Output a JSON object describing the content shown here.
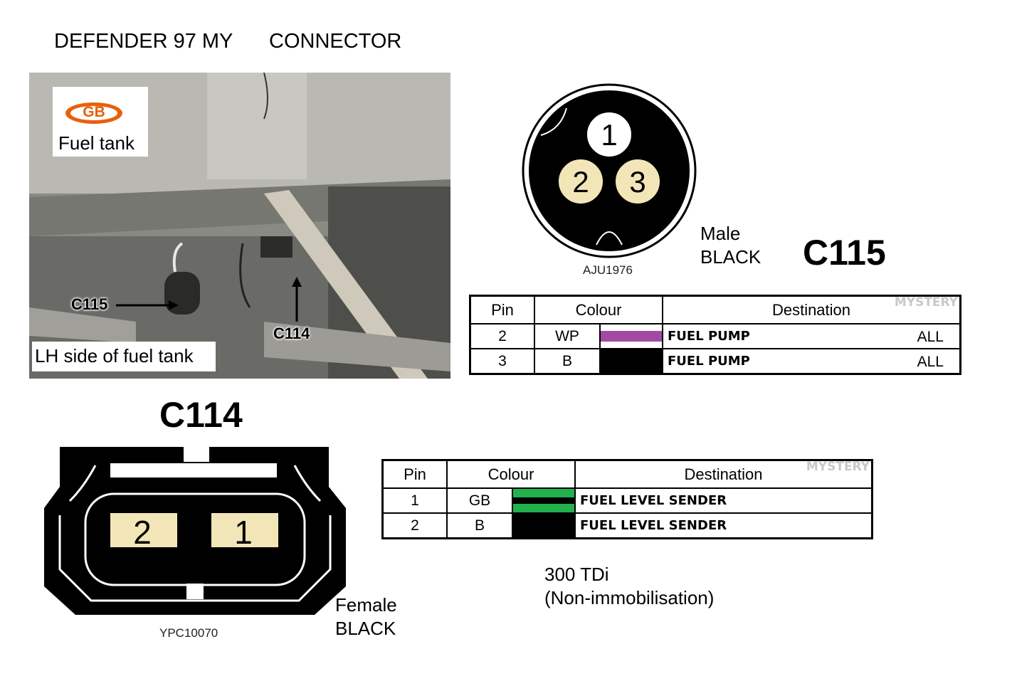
{
  "header": {
    "model": "DEFENDER 97 MY",
    "section": "CONNECTOR"
  },
  "photo": {
    "badge": "GB",
    "location": "Fuel tank",
    "caption": "LH side of fuel tank",
    "callout_c115": "C115",
    "callout_c114": "C114"
  },
  "c115": {
    "id": "C115",
    "gender": "Male",
    "color": "BLACK",
    "ref": "AJU1976",
    "pins": [
      "1",
      "2",
      "3"
    ],
    "table": {
      "headers": {
        "pin": "Pin",
        "colour": "Colour",
        "destination": "Destination"
      },
      "watermark": "MYSTERY",
      "rows": [
        {
          "pin": "2",
          "code": "WP",
          "destination": "FUEL PUMP",
          "variant": "ALL",
          "swatch": "#a349a4",
          "stripe": ""
        },
        {
          "pin": "3",
          "code": "B",
          "destination": "FUEL PUMP",
          "variant": "ALL",
          "swatch": "#000000",
          "stripe": ""
        }
      ]
    }
  },
  "c114": {
    "id": "C114",
    "gender": "Female",
    "color": "BLACK",
    "ref": "YPC10070",
    "pins": [
      "2",
      "1"
    ],
    "table": {
      "headers": {
        "pin": "Pin",
        "colour": "Colour",
        "destination": "Destination"
      },
      "watermark": "MYSTERY",
      "rows": [
        {
          "pin": "1",
          "code": "GB",
          "destination": "FUEL LEVEL SENDER",
          "swatch": "#22b14c",
          "stripe": "#000000"
        },
        {
          "pin": "2",
          "code": "B",
          "destination": "FUEL LEVEL SENDER",
          "swatch": "#000000",
          "stripe": ""
        }
      ]
    }
  },
  "note": {
    "engine": "300 TDi",
    "variant": "(Non-immobilisation)"
  }
}
